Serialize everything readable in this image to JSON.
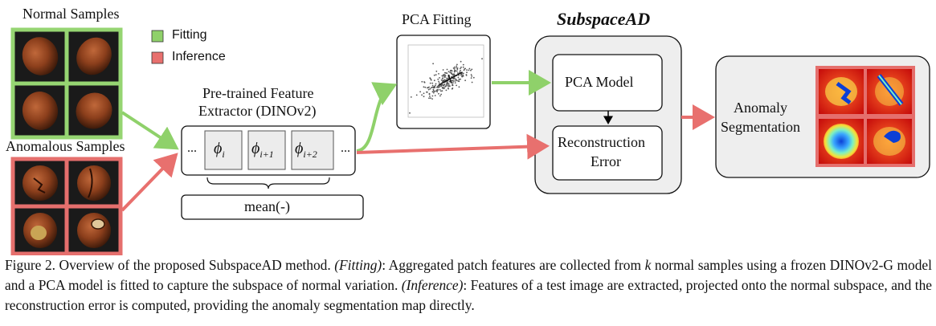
{
  "labels": {
    "normal_samples": "Normal Samples",
    "anomalous_samples": "Anomalous Samples",
    "pca_fitting": "PCA Fitting",
    "method_name": "SubspaceAD",
    "feature_extractor_line1": "Pre-trained Feature",
    "feature_extractor_line2": "Extractor (DINOv2)",
    "mean_op": "mean(-)",
    "pca_model": "PCA Model",
    "reconstruction_line1": "Reconstruction",
    "reconstruction_line2": "Error",
    "anomaly_line1": "Anomaly",
    "anomaly_line2": "Segmentation",
    "ellipsis": "..."
  },
  "features": [
    {
      "base": "ϕ",
      "sub": "i"
    },
    {
      "base": "ϕ",
      "sub": "i+1"
    },
    {
      "base": "ϕ",
      "sub": "i+2"
    }
  ],
  "legend": [
    {
      "label": "Fitting",
      "color": "#8fd16a"
    },
    {
      "label": "Inference",
      "color": "#e8706e"
    }
  ],
  "colors": {
    "fitting": "#8fd16a",
    "inference": "#e8706e",
    "panel_fill": "#eeeeee",
    "frame_green": "#96d572",
    "frame_red": "#e56f6d"
  },
  "caption": {
    "figure": "Figure 2. Overview of the proposed SubspaceAD method.",
    "fitting_label": "(Fitting)",
    "fitting_text_a": ": Aggregated patch features are collected from",
    "k": "k",
    "fitting_text_b": "normal samples using a frozen DINOv2-G model and a PCA model is fitted to capture the subspace of normal variation.",
    "inference_label": "(Inference)",
    "inference_text": ": Features of a test image are extracted, projected onto the normal subspace, and the reconstruction error is computed, providing the anomaly segmentation map directly."
  }
}
